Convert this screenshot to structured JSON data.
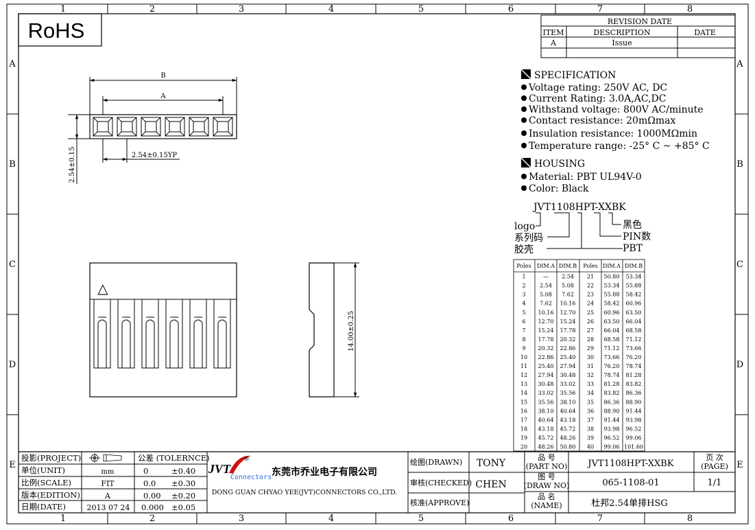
{
  "frame": {
    "columns": [
      "1",
      "2",
      "3",
      "4",
      "5",
      "6",
      "7",
      "8"
    ],
    "rows": [
      "A",
      "B",
      "C",
      "D",
      "E"
    ]
  },
  "rohs": "RoHS",
  "revision": {
    "title": "REVISION DATE",
    "headers": [
      "ITEM",
      "DESCRIPTION",
      "DATE"
    ],
    "rows": [
      [
        "A",
        "Issue",
        ""
      ]
    ]
  },
  "specification": {
    "title": "SPECIFICATION",
    "items": [
      "Voltage rating: 250V AC, DC",
      "Current Rating: 3.0A,AC,DC",
      "Withstand voltage: 800V AC/minute",
      "Contact resistance: 20mΩmax",
      "Insulation resistance: 1000MΩmin",
      "Temperature range: -25° C ~ +85° C"
    ]
  },
  "housing": {
    "title": "HOUSING",
    "items": [
      "Material: PBT UL94V-0",
      "Color: Black"
    ]
  },
  "part_code": {
    "code": "JVT1108HPT-XXBK",
    "left_labels": [
      "logo",
      "系列码",
      "胶壳"
    ],
    "right_labels": [
      "黑色",
      "PIN数",
      "PBT"
    ]
  },
  "dims": {
    "dim_b": "B",
    "dim_a": "A",
    "pitch": "2.54±0.15YP",
    "height_top": "2.54±0.15",
    "height_side": "14.00±0.25",
    "triangle": "△"
  },
  "dim_table": {
    "headers": [
      "Poles",
      "DIM.A",
      "DIM.B",
      "Poles",
      "DIM.A",
      "DIM.B"
    ],
    "rows": [
      [
        "1",
        "—",
        "2.54",
        "21",
        "50.80",
        "53.34"
      ],
      [
        "2",
        "2.54",
        "5.08",
        "22",
        "53.34",
        "55.88"
      ],
      [
        "3",
        "5.08",
        "7.62",
        "23",
        "55.88",
        "58.42"
      ],
      [
        "4",
        "7.62",
        "10.16",
        "24",
        "58.42",
        "60.96"
      ],
      [
        "5",
        "10.16",
        "12.70",
        "25",
        "60.96",
        "63.50"
      ],
      [
        "6",
        "12.70",
        "15.24",
        "26",
        "63.50",
        "66.04"
      ],
      [
        "7",
        "15.24",
        "17.78",
        "27",
        "66.04",
        "68.58"
      ],
      [
        "8",
        "17.78",
        "20.32",
        "28",
        "68.58",
        "71.12"
      ],
      [
        "9",
        "20.32",
        "22.86",
        "29",
        "71.12",
        "73.66"
      ],
      [
        "10",
        "22.86",
        "25.40",
        "30",
        "73.66",
        "76.20"
      ],
      [
        "11",
        "25.40",
        "27.94",
        "31",
        "76.20",
        "78.74"
      ],
      [
        "12",
        "27.94",
        "30.48",
        "32",
        "78.74",
        "81.28"
      ],
      [
        "13",
        "30.48",
        "33.02",
        "33",
        "81.28",
        "83.82"
      ],
      [
        "14",
        "33.02",
        "35.56",
        "34",
        "83.82",
        "86.36"
      ],
      [
        "15",
        "35.56",
        "38.10",
        "35",
        "86.36",
        "88.90"
      ],
      [
        "16",
        "38.10",
        "40.64",
        "36",
        "88.90",
        "91.44"
      ],
      [
        "17",
        "40.64",
        "43.18",
        "37",
        "91.44",
        "93.98"
      ],
      [
        "18",
        "43.18",
        "45.72",
        "38",
        "93.98",
        "96.52"
      ],
      [
        "19",
        "45.72",
        "48.26",
        "39",
        "96.52",
        "99.06"
      ],
      [
        "20",
        "48.26",
        "50.80",
        "40",
        "99.06",
        "101.60"
      ]
    ]
  },
  "title_block": {
    "projection_label": "投影(PROJECT)",
    "tolerance_label": "公差 (TOLERNCE)",
    "unit_label": "单位(UNIT)",
    "unit": "mm",
    "tol_1a": "0",
    "tol_1b": "±0.40",
    "scale_label": "比例(SCALE)",
    "scale": "FIT",
    "tol_2a": "0.0",
    "tol_2b": "±0.30",
    "edition_label": "版本(EDITION)",
    "edition": "A",
    "tol_3a": "0.00",
    "tol_3b": "±0.20",
    "date_label": "日期(DATE)",
    "date": "2013 07 24",
    "tol_4a": "0.000",
    "tol_4b": "±0.05",
    "logo_main": "JVT",
    "logo_reg": "®",
    "logo_sub": "Connectors",
    "company_cn": "东莞市乔业电子有限公司",
    "company_en": "DONG GUAN CHYAO YEE(JVT)CONNECTORS CO.,LTD.",
    "drawn_label": "绘图(DRAWN)",
    "drawn": "TONY",
    "checked_label": "审核(CHECKED)",
    "checked": "CHEN",
    "approve_label": "核准(APPROVE)",
    "part_no_label_cn": "品 号",
    "part_no_label_en": "(PART NO)",
    "part_no": "JVT1108HPT-XXBK",
    "draw_no_label_cn": "图 号",
    "draw_no_label_en": "(DRAW NO)",
    "draw_no": "065-1108-01",
    "name_label_cn": "品 名",
    "name_label_en": "(NAME)",
    "name": "杜邦2.54单排HSG",
    "page_label_cn": "页 次",
    "page_label_en": "(PAGE)",
    "page": "1/1"
  }
}
